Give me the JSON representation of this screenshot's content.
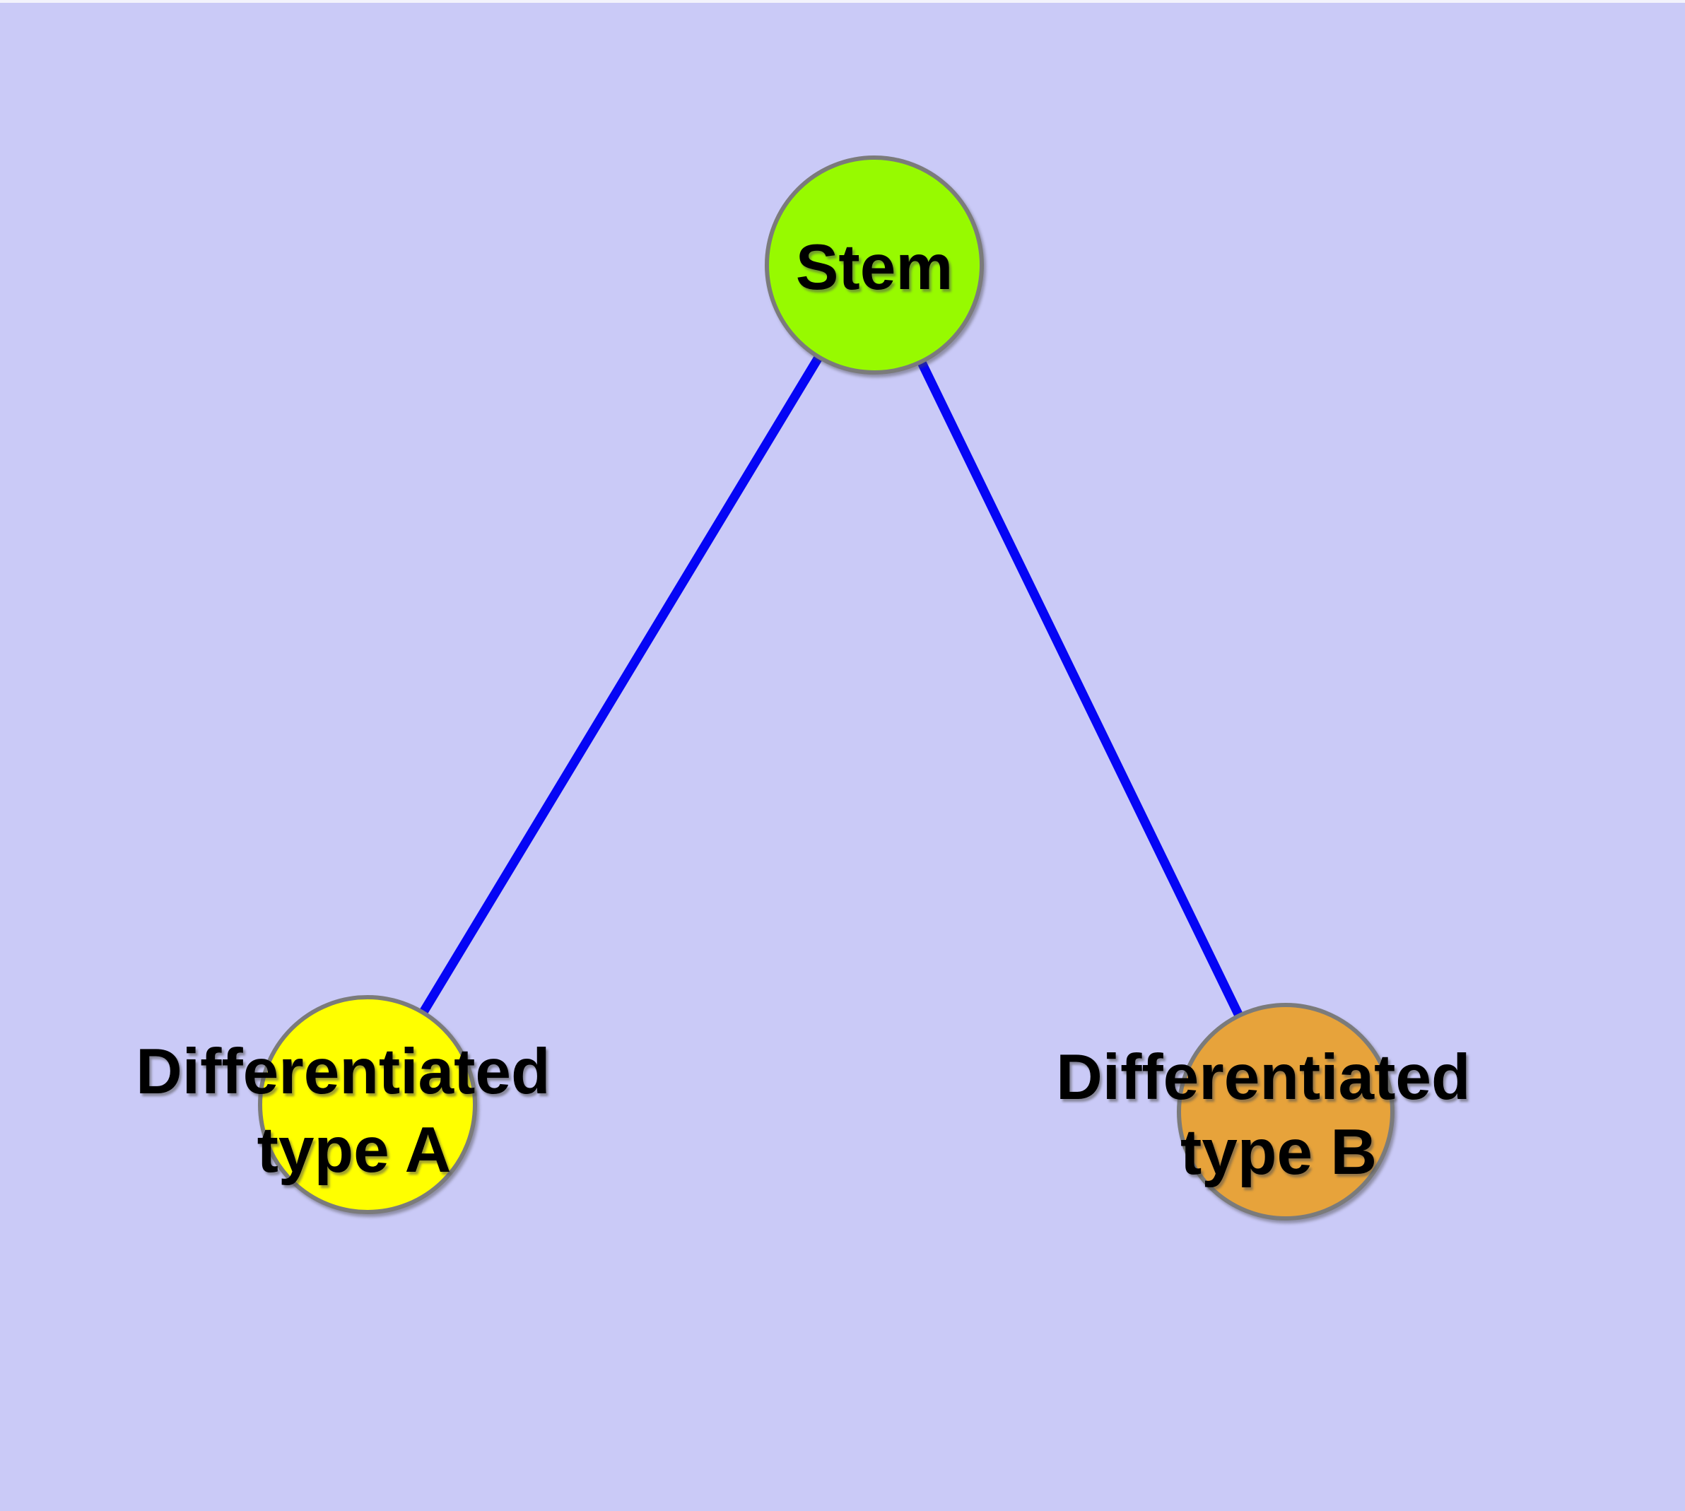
{
  "diagram": {
    "background_color": "#CACAF7",
    "top_edge_strip_color": "#F3F3FC",
    "edge_color": "#0505F5",
    "node_border_color": "#7B7B7B",
    "label_color": "#000000",
    "nodes": [
      {
        "id": "stem",
        "label": "Stem",
        "lines": [
          "Stem"
        ],
        "fill": "#97FA00"
      },
      {
        "id": "differentiated-type-a",
        "label": "Differentiated type A",
        "lines": [
          "Differentiated",
          "type A"
        ],
        "fill": "#FFFF00"
      },
      {
        "id": "differentiated-type-b",
        "label": "Differentiated type B",
        "lines": [
          "Differentiated",
          "type B"
        ],
        "fill": "#E7A33B"
      }
    ],
    "edges": [
      {
        "from": "stem",
        "to": "differentiated-type-a"
      },
      {
        "from": "stem",
        "to": "differentiated-type-b"
      }
    ]
  }
}
